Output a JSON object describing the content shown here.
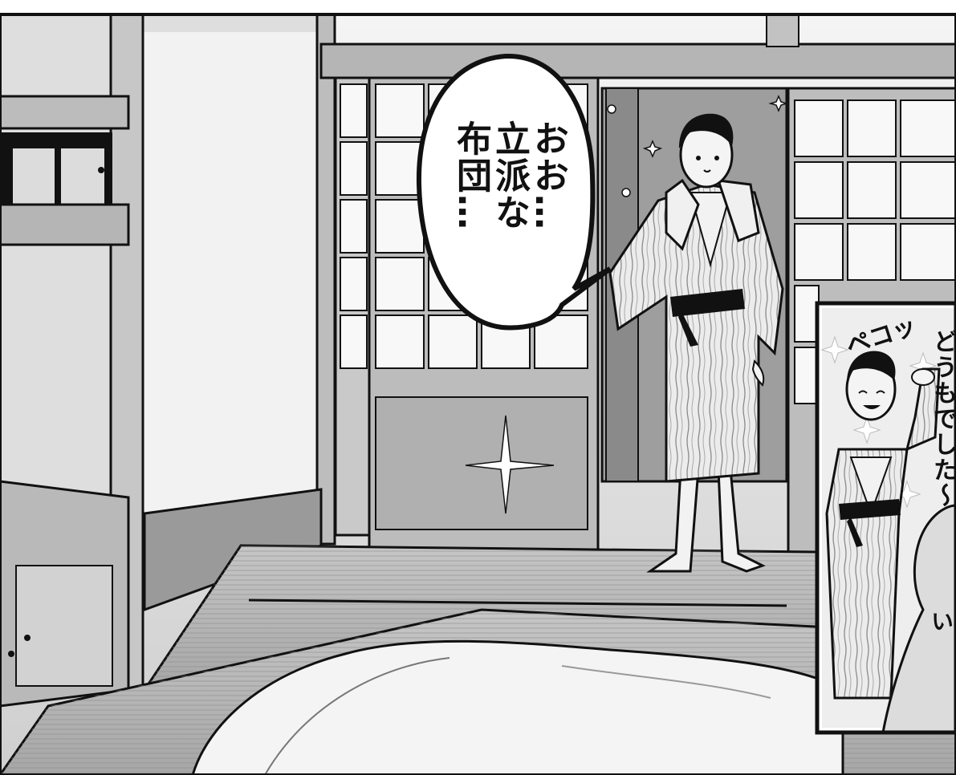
{
  "speech_bubble": {
    "line1": "おお…",
    "line2": "立派な",
    "line3": "布団…"
  },
  "inset_panel": {
    "sfx": "ペコッ",
    "side_text": "どうもでした〜",
    "side_text_bottom": "い"
  },
  "colors": {
    "ink": "#111111",
    "paper": "#ffffff",
    "wall_grey": "#e2e2e2",
    "tatami": "#bdbdbd"
  }
}
